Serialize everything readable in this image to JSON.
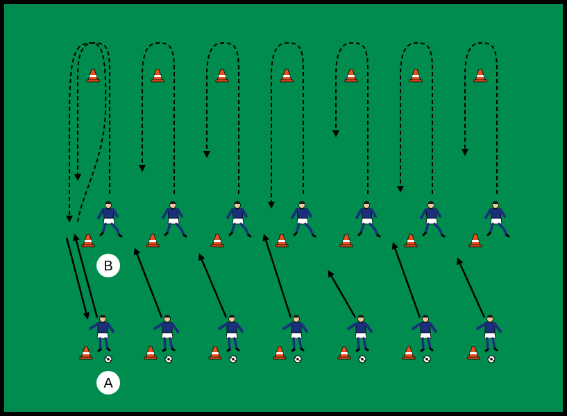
{
  "diagram": {
    "colors": {
      "pitch": "#008C4E",
      "border": "#000000",
      "jersey": "#1B2F7A",
      "shorts": "#FFFFFF",
      "cone": "#E8501E",
      "cone_stripe": "#FFFFFF",
      "arrow": "#000000",
      "label_circle": "#FFFFFF"
    },
    "labels": {
      "group_a": "A",
      "group_b": "B"
    },
    "icons": [
      "player-with-ball-icon",
      "running-player-icon",
      "cone-icon",
      "ball-icon",
      "dashed-run-arrow",
      "pass-arrow"
    ],
    "lanes": 7,
    "players_per_lane": 2,
    "cones_per_lane": 3
  }
}
